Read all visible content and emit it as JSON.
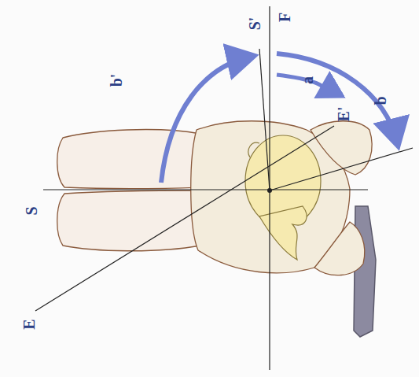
{
  "diagram": {
    "labels": [
      "S'",
      "F",
      "a",
      "E'",
      "b",
      "b'",
      "S",
      "E"
    ]
  }
}
